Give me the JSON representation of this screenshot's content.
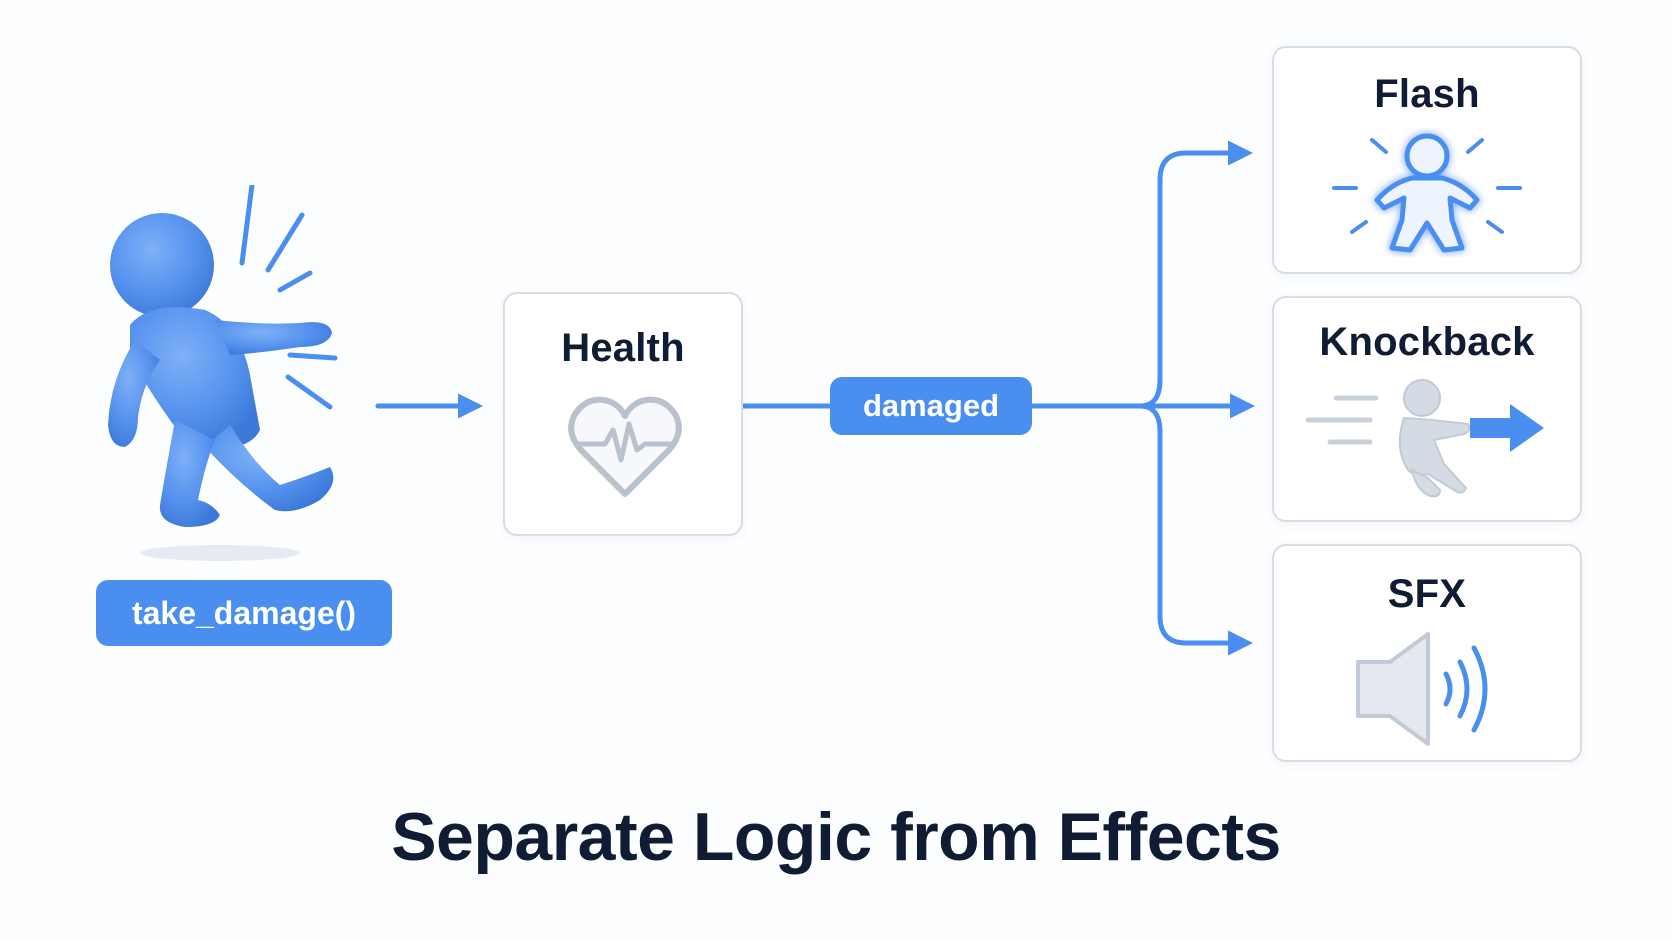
{
  "source_node": {
    "function_label": "take_damage()",
    "icon": "hurt-person-icon"
  },
  "health_node": {
    "title": "Health",
    "icon": "heart-pulse-icon"
  },
  "signal": {
    "label": "damaged"
  },
  "effects": [
    {
      "title": "Flash",
      "icon": "glowing-person-icon"
    },
    {
      "title": "Knockback",
      "icon": "knockback-person-icon"
    },
    {
      "title": "SFX",
      "icon": "speaker-icon"
    }
  ],
  "title": "Separate Logic from Effects",
  "colors": {
    "accent": "#4a8ff0",
    "text_dark": "#0f1c33",
    "card_border": "#d8dde5",
    "icon_gray": "#b9c1cc"
  }
}
